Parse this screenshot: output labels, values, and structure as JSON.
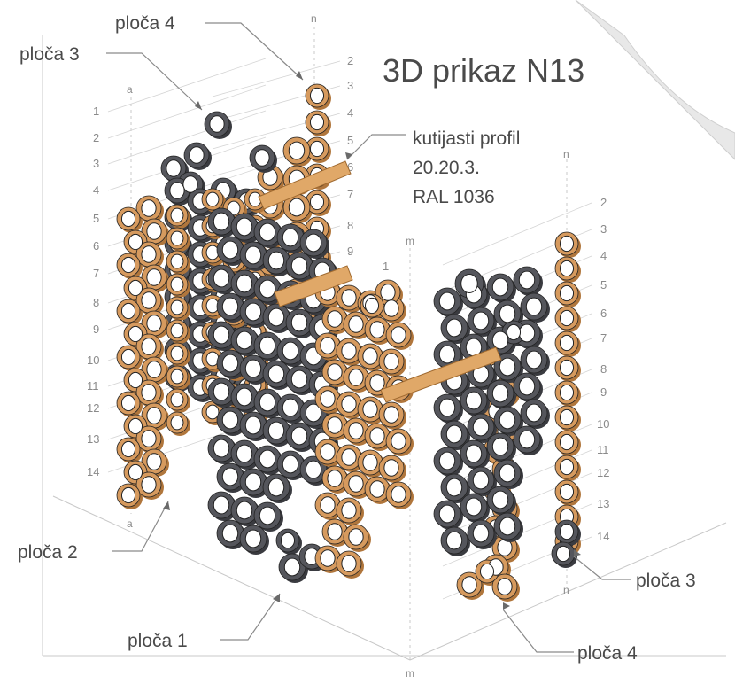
{
  "title": "3D prikaz N13",
  "profile_note": {
    "line1": "kutijasti profil",
    "line2": "20.20.3.",
    "line3": "RAL 1036"
  },
  "callouts": {
    "top_plate4": "ploča 4",
    "top_plate3": "ploča 3",
    "plate2": "ploča 2",
    "plate1": "ploča 1",
    "right_plate3": "ploča 3",
    "bottom_plate4": "ploča 4"
  },
  "axis_labels": {
    "a_top": "a",
    "a_bottom": "a",
    "n_top": "n",
    "n_right": "n",
    "n_bottom": "n",
    "m_mid": "m",
    "m_bottom": "m"
  },
  "left_ticks": [
    "1",
    "2",
    "3",
    "4",
    "5",
    "6",
    "7",
    "8",
    "9",
    "10",
    "11",
    "12",
    "13",
    "14"
  ],
  "top_ticks": [
    "2",
    "3",
    "4",
    "5",
    "6",
    "7",
    "8",
    "9",
    "1"
  ],
  "right_ticks": [
    "2",
    "3",
    "4",
    "5",
    "6",
    "7",
    "8",
    "9",
    "10",
    "11",
    "12",
    "13",
    "14"
  ],
  "colors": {
    "copper": "#d69a5e",
    "copper_dark": "#b0763c",
    "grey": "#55565c",
    "grey_dark": "#3a3b40",
    "line": "#b8b8b8",
    "text": "#4a4a4a"
  }
}
